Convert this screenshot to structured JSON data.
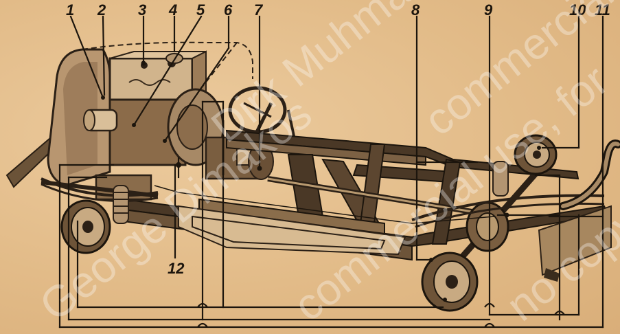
{
  "labels": [
    "1",
    "2",
    "3",
    "4",
    "5",
    "6",
    "7",
    "8",
    "9",
    "10",
    "11",
    "12"
  ],
  "watermarks": [
    "Dirk Muhmakos",
    "George Dimakos",
    "commercial use, for",
    "commercial",
    "no copyright"
  ],
  "colors": {
    "paper": "#e7c393",
    "ink": "#1c150d",
    "chassis": "#3a2c1d",
    "metal": "#cdb08a",
    "shadow": "#5a4430"
  }
}
